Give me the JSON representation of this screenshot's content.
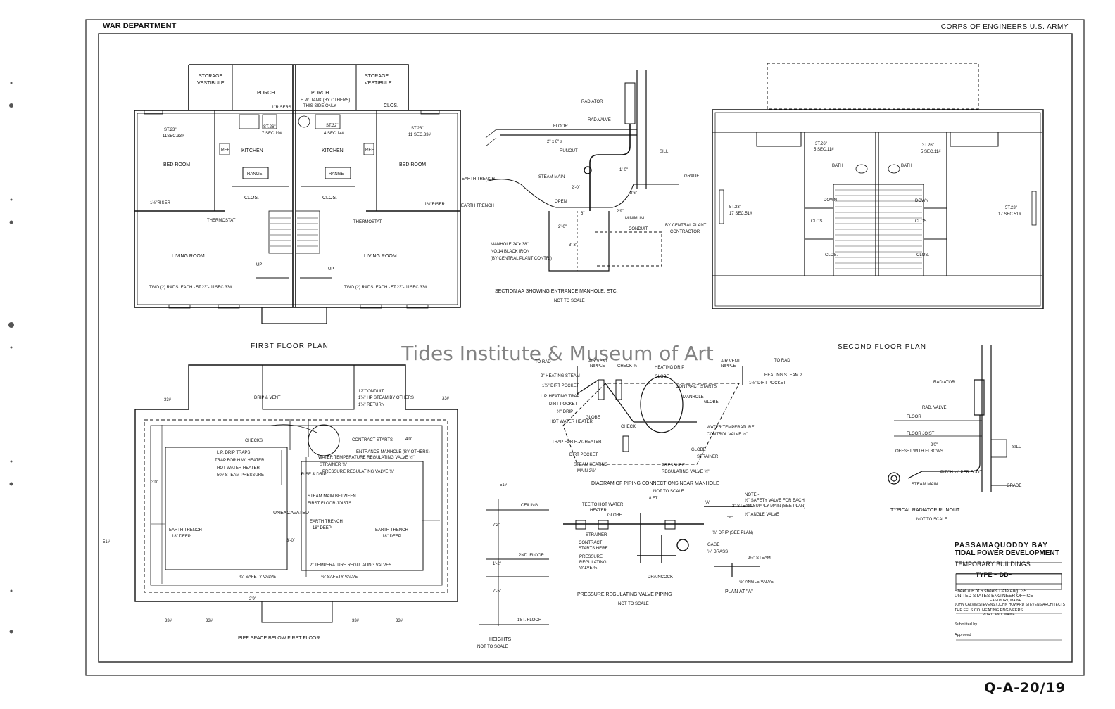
{
  "header": {
    "left": "WAR DEPARTMENT",
    "right": "CORPS OF ENGINEERS U.S. ARMY"
  },
  "watermark": "Tides Institute & Museum of Art",
  "first_floor": {
    "title": "FIRST FLOOR PLAN",
    "labels": {
      "storage_l": "STORAGE",
      "vestibule_l": "VESTIBULE",
      "porch_l": "PORCH",
      "porch_r": "PORCH",
      "hw_tank": "H.W. TANK (BY OTHERS)",
      "this_side": "THIS SIDE ONLY",
      "risers": "1\"RISERS",
      "storage_r": "STORAGE",
      "vestibule_r": "VESTIBULE",
      "clos_top": "CLOS.",
      "st23_l": "ST.23\"",
      "sec33_l": "11SEC.33#",
      "st26": "ST.26\"",
      "sec19": "7 SEC.19#",
      "st32": "ST.32\"",
      "sec14": "4 SEC.14#",
      "st23_r": "ST.23\"",
      "sec33_r": "11 SEC.33#",
      "kitchen_l": "KITCHEN",
      "kitchen_r": "KITCHEN",
      "ref_l": "REF",
      "ref_r": "REF",
      "range_l": "RANGE",
      "range_r": "RANGE",
      "bedroom_l": "BED ROOM",
      "bedroom_r": "BED ROOM",
      "riser_l": "1½\"RISER",
      "riser_r": "1½\"RISER",
      "clos_l": "CLOS.",
      "clos_r": "CLOS.",
      "thermostat_l": "THERMOSTAT",
      "thermostat_r": "THERMOSTAT",
      "living_l": "LIVING ROOM",
      "living_r": "LIVING ROOM",
      "up_l": "UP",
      "up_r": "UP",
      "rads_l": "TWO (2) RADS. EACH - 5T.23\"- 11SEC.33#",
      "rads_r": "TWO (2) RADS. EACH - 5T.23\"- 11SEC.33#"
    }
  },
  "section_aa": {
    "title": "SECTION AA SHOWING ENTRANCE MANHOLE, ETC.",
    "note": "NOT TO SCALE",
    "labels": {
      "radiator": "RADIATOR",
      "rad_valve": "RAD.VALVE",
      "floor": "FLOOR",
      "joists": "2\" x 6\" s",
      "runout": "RUNOUT",
      "sill": "SILL",
      "steam_main": "STEAM MAIN",
      "earth_trench_1": "EARTH TRENCH",
      "earth_trench_2": "EARTH TRENCH",
      "grade": "GRADE",
      "dim_10": "1'-0\"",
      "dim_26": "2'6\"",
      "dim_20": "2'-0\"",
      "open": "OPEN",
      "dim_29": "2'9\"",
      "minimum": "MINIMUM",
      "conduit": "CONDUIT",
      "by_central": "BY CENTRAL PLANT",
      "contractor": "CONTRACTOR",
      "dim_6": "6\"",
      "dim_20b": "2'-0\"",
      "dim_33": "3'-3\"",
      "manhole_1": "MANHOLE 24\"x 38\"",
      "manhole_2": "NO.14 BLACK IRON",
      "manhole_3": "(BY CENTRAL PLANT CONTR.)"
    }
  },
  "second_floor": {
    "title": "SECOND FLOOR PLAN",
    "labels": {
      "st26_l": "3T.26\"",
      "sec11_l": "5 SEC.11#",
      "st26_r": "3T.26\"",
      "sec11_r": "5 SEC.11#",
      "bath_l": "BATH",
      "bath_r": "BATH",
      "down_l": "DOWN",
      "down_r": "DOWN",
      "st23_l": "5T.23\"",
      "sec51_l": "17 SEC.51#",
      "st23_r": "5T.23\"",
      "sec51_r": "17 SEC.51#",
      "clos1": "CLOS.",
      "clos2": "CLOS.",
      "clos3": "CLOS.",
      "clos4": "CLOS."
    }
  },
  "pipe_space": {
    "title": "PIPE SPACE BELOW FIRST FLOOR",
    "labels": {
      "drip_vent": "DRIP & VENT",
      "conduit": "12\"CONDUIT",
      "hp_steam": "1½\" HP STEAM  BY OTHERS",
      "return": "1½\" RETURN",
      "checks": "CHECKS",
      "lp_drip": "L.P. DRIP TRAPS",
      "trap_hw": "TRAP FOR H.W. HEATER",
      "hw_heater": "HOT WATER HEATER",
      "steam_pressure": "50# STEAM PRESSURE",
      "contract_starts": "CONTRACT STARTS",
      "entrance_manhole": "ENTRANCE MANHOLE (BY OTHERS)",
      "water_temp": "WATER TEMPERATURE REGULATING VALVE ½\"",
      "strainer": "STRAINER ¾\"",
      "pressure_valve": "PRESSURE REGULATING VALVE ¾\"",
      "rise_drip": "RISE & DRIP",
      "steam_main": "STEAM MAIN BETWEEN",
      "first_floor_joists": "FIRST FLOOR JOISTS",
      "unexcavated": "UNEXCAVATED",
      "earth_trench_c": "EARTH TRENCH",
      "deep_c": "18\" DEEP",
      "earth_trench_l": "EARTH TRENCH",
      "deep_l": "18\" DEEP",
      "earth_trench_r": "EARTH TRENCH",
      "deep_r": "18\" DEEP",
      "temp_valves": "2\" TEMPERATURE REGULATING VALVES",
      "safety_l": "¾\" SAFETY VALVE",
      "safety_r": "½\" SAFETY VALVE",
      "dim_40": "4'0\"",
      "dim_30": "3'0\"",
      "dim_30b": "3'-0\"",
      "dim_29": "2'9\"",
      "c33_1": "33#",
      "c33_2": "33#",
      "c33_3": "33#",
      "c33_4": "33#",
      "c33_5": "33#",
      "c33_6": "33#",
      "c51_l": "51#",
      "c51_r": "51#"
    }
  },
  "piping_diagram": {
    "title": "DIAGRAM OF PIPING CONNECTIONS NEAR MANHOLE",
    "note": "NOT TO SCALE",
    "labels": {
      "to_rad_l": "TO RAD",
      "to_rad_r": "TO RAD",
      "air_vent_l": "AIR VENT",
      "nipple_l": "NIPPLE",
      "check": "CHECK ¾",
      "heating_drip": "HEATING DRIP",
      "air_vent_r": "AIR VENT",
      "nipple_r": "NIPPLE",
      "heating_steam_l": "2\" HEATING STEAM",
      "heating_steam_r": "HEATING STEAM 2",
      "dirt_pocket_l": "1½\" DIRT POCKET",
      "dirt_pocket_r": "1½\" DIRT POCKET",
      "globe": "GLOBE",
      "lp_trap": "L.P. HEATING TRAP",
      "dirt_pocket": "DIRT POCKET",
      "drip": "¾\" DRIP",
      "contract_starts": "CONTRACT STARTS",
      "manhole": "MANHOLE",
      "globe2": "GLOBE",
      "hw_heater": "HOT WATER HEATER",
      "globe3": "GLOBE",
      "check2": "CHECK",
      "water_temp": "WATER TEMPERATURE",
      "control_valve": "CONTROL VALVE ½\"",
      "trap_hw": "TRAP FOR H.W. HEATER",
      "dirt_pocket2": "DIRT POCKET",
      "globe4": "GLOBE",
      "strainer": "STRAINER",
      "steam_heating": "STEAM HEATING",
      "main": "MAIN 2½\"",
      "pressure": "PRESSURE",
      "reg_valve": "REGULATING VALVE ¾\""
    }
  },
  "pressure_valve": {
    "title": "PRESSURE REGULATING VALVE PIPING",
    "note": "NOT TO SCALE",
    "labels": {
      "tee": "TEE TO HOT WATER",
      "heater": "HEATER",
      "globe": "GLOBE",
      "dim_8ft": "8 FT",
      "note": "NOTE:-",
      "safety": "½\" SAFETY VALVE  FOR EACH",
      "steam_supply": "2\" STEAM SUPPLY MAIN (SEE PLAN)",
      "angle_valve": "½\" ANGLE VALVE",
      "strainer": "STRAINER",
      "contract": "CONTRACT",
      "starts_here": "STARTS HERE",
      "pressure": "PRESSURE",
      "regulating": "REGULATING",
      "valve": "VALVE ¾",
      "drip": "¾\" DRIP (SEE PLAN)",
      "gage": "GAGE",
      "brass": "½\" BRASS",
      "draincock": "DRAINCOCK",
      "steam2": "2½\" STEAM",
      "angle_valve2": "½\" ANGLE VALVE",
      "plan_at_a": "PLAN AT \"A\"",
      "a1": "\"A\"",
      "a2": "\"A\""
    }
  },
  "heights": {
    "title": "HEIGHTS",
    "note": "NOT TO SCALE",
    "labels": {
      "ceiling": "CEILING",
      "dim_72": "7'2\"",
      "second_floor": "2ND. FLOOR",
      "dim_12": "1'-2\"",
      "dim_75": "7'-5\"",
      "first_floor": "1ST. FLOOR"
    }
  },
  "runout": {
    "title": "TYPICAL RADIATOR RUNOUT",
    "note": "NOT TO SCALE",
    "labels": {
      "radiator": "RADIATOR",
      "rad_valve": "RAD. VALVE",
      "floor": "FLOOR",
      "floor_joist": "FLOOR JOIST",
      "dim_20": "2'0\"",
      "offset": "OFFSET WITH ELBOWS",
      "sill": "SILL",
      "pitch": "PITCH ¼\" PER FOOT",
      "steam_main": "STEAM MAIN",
      "grade": "GRADE"
    }
  },
  "title_block": {
    "line1": "PASSAMAQUODDY BAY",
    "line2": "TIDAL POWER DEVELOPMENT",
    "line3": "TEMPORARY BUILDINGS",
    "type": "TYPE ~ DD~",
    "sheet": "Sheet # 6 of 6 sheets   Date Aug. '35",
    "office": "UNITED STATES ENGINEER OFFICE",
    "location": "EASTPORT, MAINE",
    "architects": "JOHN CALVIN STEVENS / JOHN HOWARD STEVENS   ARCHITECTS",
    "engineers": "THE FELS CO.   HEATING ENGINEERS",
    "portland": "PORTLAND, MAINE",
    "submitted": "Submitted by",
    "approved": "Approved"
  },
  "drawing_number": "Q-A-20/19"
}
